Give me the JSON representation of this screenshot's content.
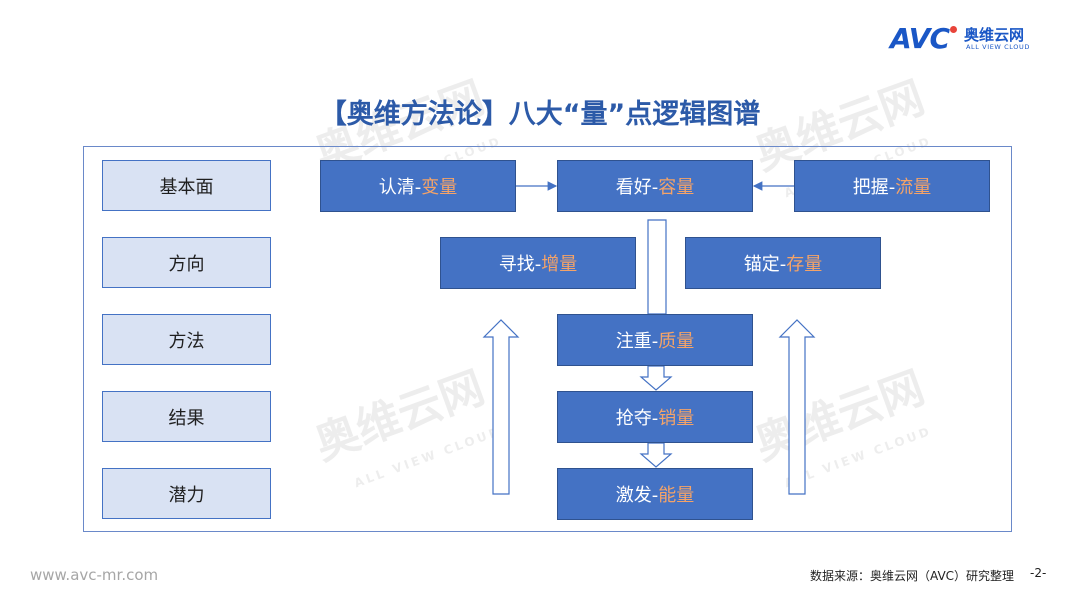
{
  "logo": {
    "mark": "AVC",
    "cn": "奥维云网",
    "en": "ALL VIEW CLOUD"
  },
  "title": "【奥维方法论】八大“量”点逻辑图谱",
  "left_column": [
    "基本面",
    "方向",
    "方法",
    "结果",
    "潜力"
  ],
  "boxes": {
    "renqing": {
      "prefix": "认清-",
      "accent": "变量"
    },
    "kanhao": {
      "prefix": "看好-",
      "accent": "容量"
    },
    "bawo": {
      "prefix": "把握-",
      "accent": "流量"
    },
    "xunzhao": {
      "prefix": "寻找-",
      "accent": "增量"
    },
    "maoding": {
      "prefix": "锚定-",
      "accent": "存量"
    },
    "zhuzhong": {
      "prefix": "注重-",
      "accent": "质量"
    },
    "qiangduo": {
      "prefix": "抢夺-",
      "accent": "销量"
    },
    "jifa": {
      "prefix": "激发-",
      "accent": "能量"
    }
  },
  "watermark": {
    "cn": "奥维云网",
    "en": "ALL VIEW CLOUD"
  },
  "footer": {
    "website": "www.avc-mr.com",
    "source": "数据来源：奥维云网（AVC）研究整理",
    "page": "-2-"
  },
  "colors": {
    "box_blue": "#4472c4",
    "left_fill": "#d9e2f3",
    "accent_orange": "#f4a368",
    "title_blue": "#2c5aa8"
  }
}
